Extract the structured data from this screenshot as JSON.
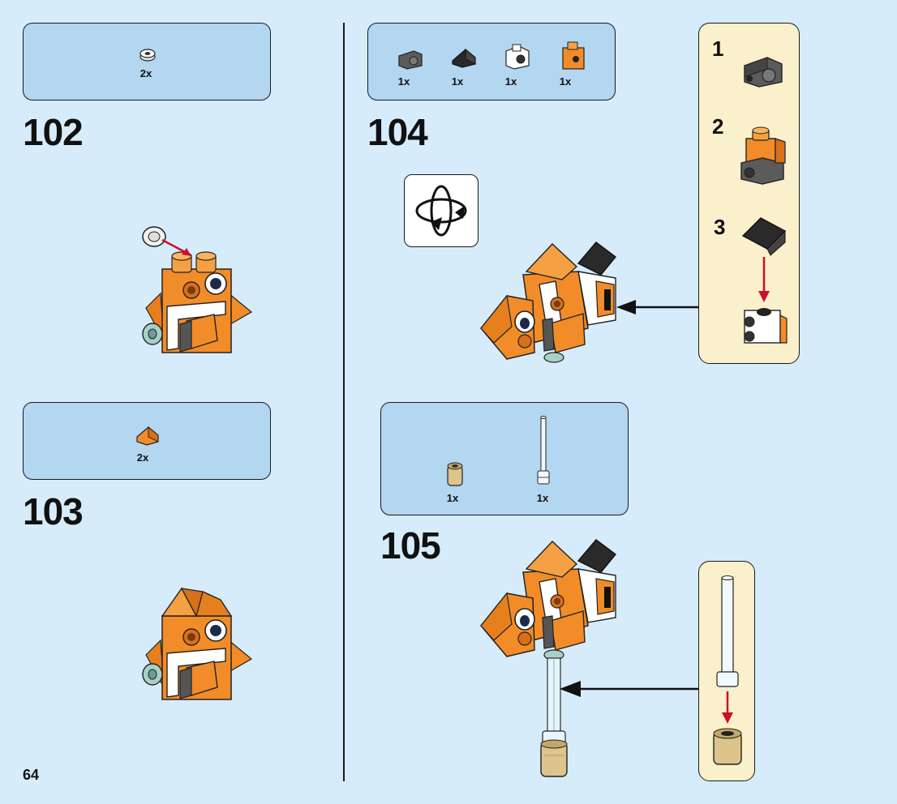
{
  "page_number": "64",
  "steps": [
    {
      "id": "102",
      "number": "102",
      "parts": [
        {
          "icon": "round-plate-white-icon",
          "qty": "2x"
        }
      ]
    },
    {
      "id": "103",
      "number": "103",
      "parts": [
        {
          "icon": "slope-orange-icon",
          "qty": "2x"
        }
      ]
    },
    {
      "id": "104",
      "number": "104",
      "parts": [
        {
          "icon": "bracket-dark-gray-icon",
          "qty": "1x"
        },
        {
          "icon": "slope-black-icon",
          "qty": "1x"
        },
        {
          "icon": "bracket-white-icon",
          "qty": "1x"
        },
        {
          "icon": "brick-orange-icon",
          "qty": "1x"
        }
      ],
      "subassembly": [
        "1",
        "2",
        "3"
      ]
    },
    {
      "id": "105",
      "number": "105",
      "parts": [
        {
          "icon": "round-brick-tan-icon",
          "qty": "1x"
        },
        {
          "icon": "antenna-trans-clear-icon",
          "qty": "1x"
        }
      ]
    }
  ],
  "colors": {
    "background": "#d6ecfa",
    "parts_box": "#b3d6f1",
    "subassembly_box": "#fbf0cc",
    "orange": "#f28c28",
    "arrow_red": "#c8102e"
  }
}
